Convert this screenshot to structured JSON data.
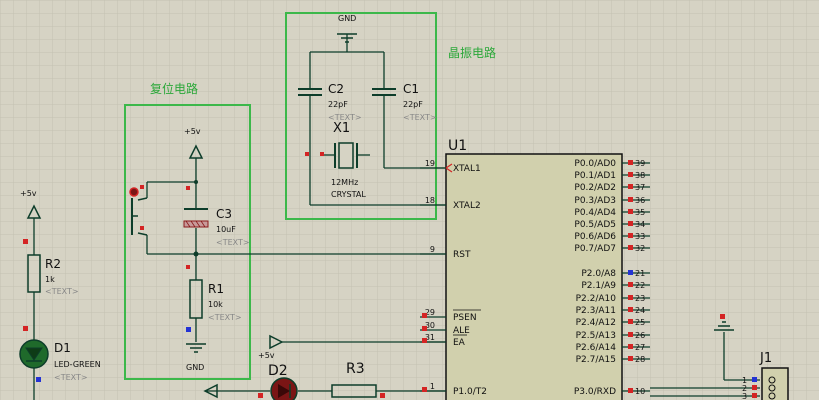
{
  "labels": {
    "crystal_title": "晶振电路",
    "reset_title": "复位电路",
    "gnd_top": "GND",
    "gnd_reset": "GND",
    "vcc_reset": "+5v",
    "vcc_left": "+5v",
    "vcc_d2": "+5v",
    "text_placeholder": "<TEXT>"
  },
  "components": {
    "c2": {
      "ref": "C2",
      "value": "22pF"
    },
    "c1": {
      "ref": "C1",
      "value": "22pF"
    },
    "x1": {
      "ref": "X1",
      "value": "12MHz",
      "type": "CRYSTAL"
    },
    "c3": {
      "ref": "C3",
      "value": "10uF"
    },
    "r1": {
      "ref": "R1",
      "value": "10k"
    },
    "r2": {
      "ref": "R2",
      "value": "1k"
    },
    "d1": {
      "ref": "D1",
      "value": "LED-GREEN"
    },
    "d2": {
      "ref": "D2"
    },
    "r3": {
      "ref": "R3"
    },
    "u1": {
      "ref": "U1"
    },
    "j1": {
      "ref": "J1"
    }
  },
  "u1_left_pins": [
    {
      "num": "19",
      "name": "XTAL1"
    },
    {
      "num": "18",
      "name": "XTAL2"
    },
    {
      "num": "9",
      "name": "RST"
    },
    {
      "num": "29",
      "name": "PSEN"
    },
    {
      "num": "30",
      "name": "ALE"
    },
    {
      "num": "31",
      "name": "EA"
    },
    {
      "num": "1",
      "name": "P1.0/T2"
    }
  ],
  "u1_right_pins": [
    {
      "num": "39",
      "name": "P0.0/AD0"
    },
    {
      "num": "38",
      "name": "P0.1/AD1"
    },
    {
      "num": "37",
      "name": "P0.2/AD2"
    },
    {
      "num": "36",
      "name": "P0.3/AD3"
    },
    {
      "num": "35",
      "name": "P0.4/AD4"
    },
    {
      "num": "34",
      "name": "P0.5/AD5"
    },
    {
      "num": "33",
      "name": "P0.6/AD6"
    },
    {
      "num": "32",
      "name": "P0.7/AD7"
    },
    {
      "num": "21",
      "name": "P2.0/A8"
    },
    {
      "num": "22",
      "name": "P2.1/A9"
    },
    {
      "num": "23",
      "name": "P2.2/A10"
    },
    {
      "num": "24",
      "name": "P2.3/A11"
    },
    {
      "num": "25",
      "name": "P2.4/A12"
    },
    {
      "num": "26",
      "name": "P2.5/A13"
    },
    {
      "num": "27",
      "name": "P2.6/A14"
    },
    {
      "num": "28",
      "name": "P2.7/A15"
    },
    {
      "num": "10",
      "name": "P3.0/RXD"
    }
  ],
  "j1_pins": [
    "1",
    "2",
    "3"
  ],
  "colors": {
    "background": "#d6d3c4",
    "grid": "#c4c1b2",
    "wire": "#0d3d2a",
    "box": "#3cb84a",
    "chip_fill": "#d1d0ad",
    "pin_red": "#d42424",
    "pin_blue": "#2433d4"
  }
}
